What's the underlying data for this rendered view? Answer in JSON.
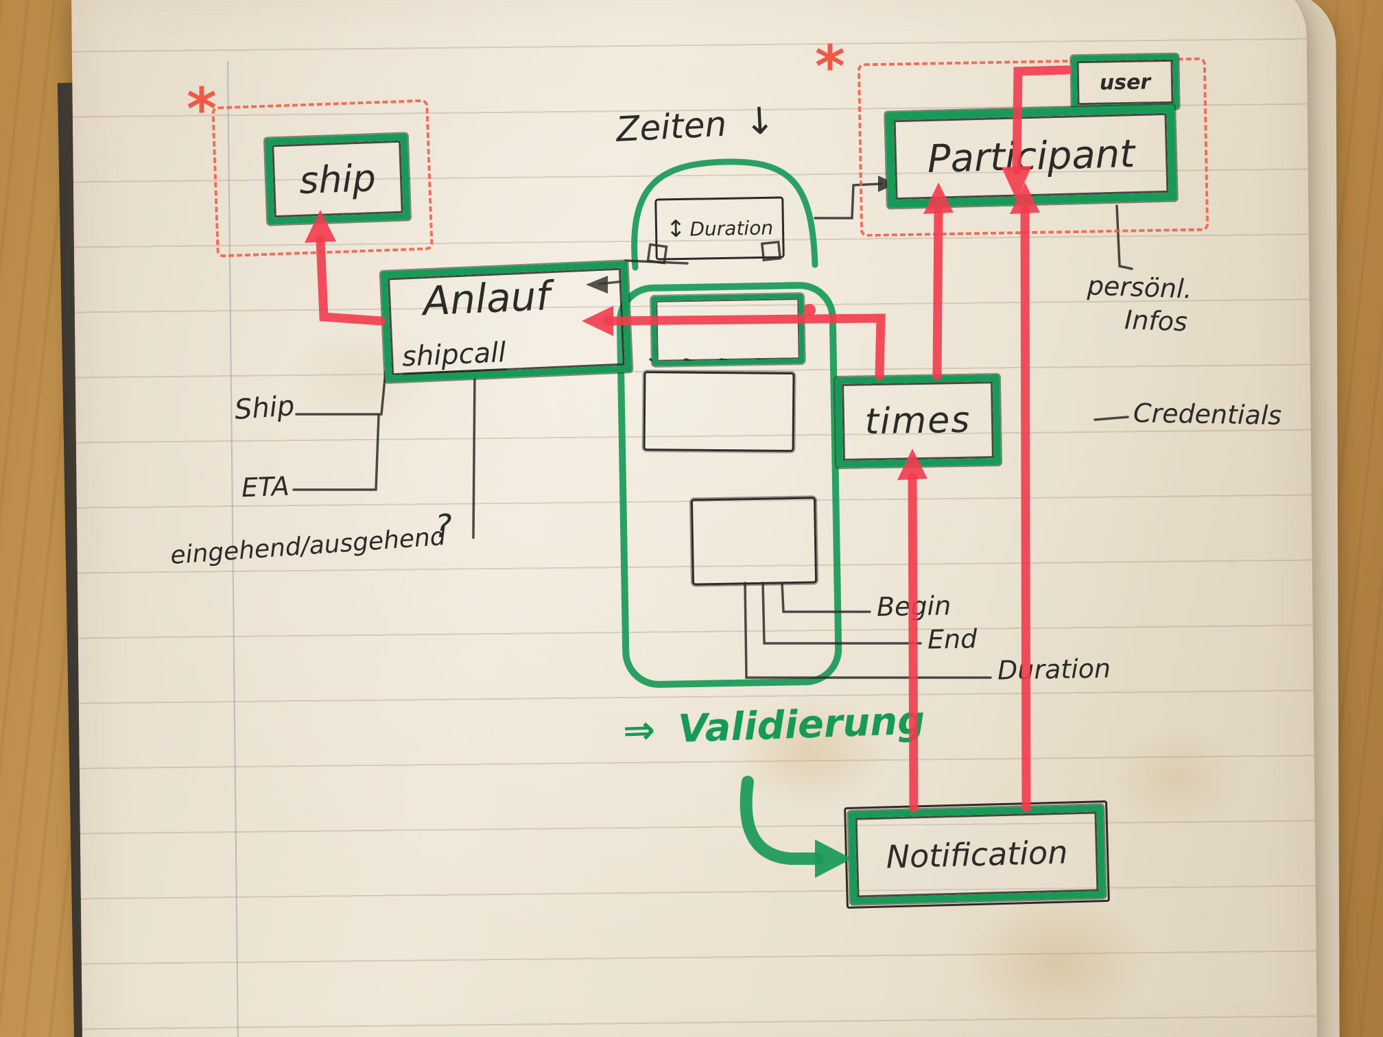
{
  "nodes": {
    "ship": {
      "label": "ship"
    },
    "user": {
      "label": "user"
    },
    "participant": {
      "label": "Participant"
    },
    "anlauf": {
      "label": "Anlauf",
      "sublabel": "shipcall"
    },
    "duration": {
      "label": "Duration"
    },
    "times": {
      "label": "times"
    },
    "notification": {
      "label": "Notification"
    }
  },
  "annotations": {
    "zeiten": "Zeiten",
    "down_arrow": "↓",
    "updown_arrow": "↕",
    "asterisk": "*",
    "ship_attr": "Ship",
    "eta": "ETA",
    "eingehend_ausgehend": "eingehend/ausgehend",
    "question_mark": "?",
    "personal_infos_line1": "persönl.",
    "personal_infos_line2": "Infos",
    "credentials": "Credentials",
    "begin": "Begin",
    "end": "End",
    "duration_attr": "Duration",
    "validierung_arrow": "⇒",
    "validierung": "Validierung"
  },
  "colors": {
    "marker_green": "#189a57",
    "marker_red": "#f23b4e",
    "dashed_red": "#ef5a47",
    "ink": "#2b2b28",
    "paper": "#eae1d0",
    "wood": "#b5823f"
  }
}
